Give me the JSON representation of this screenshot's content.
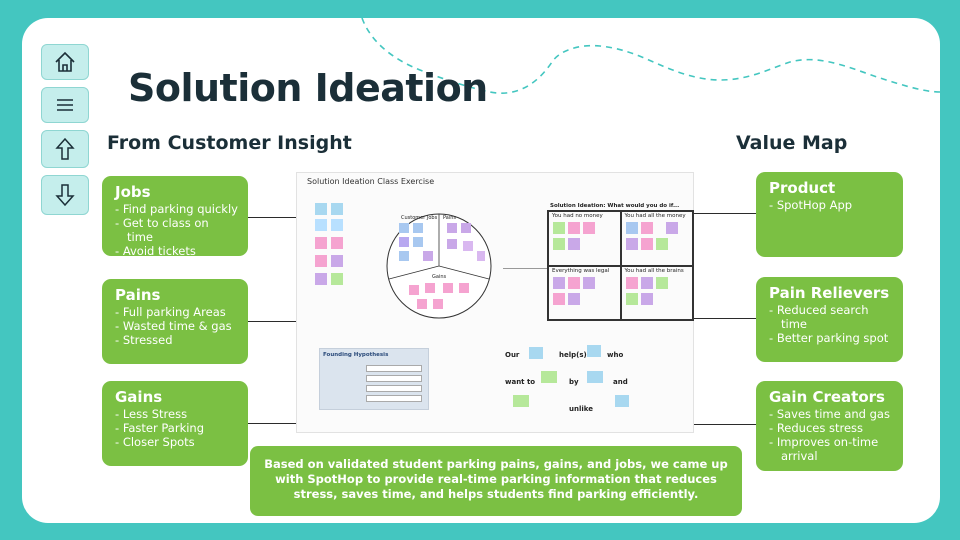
{
  "title": "Solution Ideation",
  "nav": {
    "icons": [
      "home-icon",
      "menu-icon",
      "arrow-up-icon",
      "arrow-down-icon"
    ]
  },
  "left_heading": "From Customer Insight",
  "right_heading": "Value Map",
  "left_cards": [
    {
      "heading": "Jobs",
      "items": [
        "Find parking quickly",
        "Get to class on time",
        "Avoid tickets"
      ]
    },
    {
      "heading": "Pains",
      "items": [
        "Full parking Areas",
        "Wasted time & gas",
        "Stressed"
      ]
    },
    {
      "heading": "Gains",
      "items": [
        "Less Stress",
        "Faster Parking",
        "Closer Spots"
      ]
    }
  ],
  "right_cards": [
    {
      "heading": "Product",
      "items": [
        "SpotHop App"
      ]
    },
    {
      "heading": "Pain Relievers",
      "items": [
        "Reduced search time",
        "Better parking spot"
      ]
    },
    {
      "heading": "Gain Creators",
      "items": [
        "Saves time and gas",
        "Reduces stress",
        "Improves on-time arrival"
      ]
    }
  ],
  "exercise": {
    "title": "Solution Ideation Class Exercise",
    "wheel_labels": [
      "Customer Jobs",
      "Pains",
      "Gains"
    ],
    "grid_title": "Solution Ideation: What would you do if...",
    "grid_quadrants": [
      "You had no money",
      "You had all the money",
      "Everything was legal",
      "You had all the brains"
    ],
    "founding_title": "Founding Hypothesis",
    "statement_words": [
      "Our",
      "help(s)",
      "who",
      "want to",
      "by",
      "and",
      "unlike"
    ]
  },
  "summary": "Based on validated student parking pains, gains, and jobs, we came up with SpotHop to provide real-time parking information that reduces stress, saves time, and helps students find parking efficiently.",
  "colors": {
    "background": "#44c6c0",
    "card": "#7bc043",
    "title": "#1b2f38"
  }
}
